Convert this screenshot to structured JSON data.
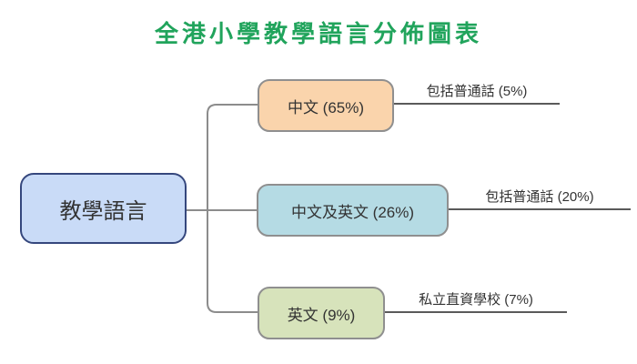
{
  "title": {
    "text": "全港小學教學語言分佈圖表",
    "color": "#21a45c"
  },
  "root": {
    "label": "教學語言",
    "fill": "#c9dbf7",
    "border": "#35477d"
  },
  "branches": [
    {
      "label": "中文 (65%)",
      "fill": "#fad4ac",
      "border": "#8f8f8f",
      "annotation": "包括普通話 (5%)"
    },
    {
      "label": "中文及英文 (26%)",
      "fill": "#b5dbe4",
      "border": "#8f8f8f",
      "annotation": "包括普通話 (20%)"
    },
    {
      "label": "英文 (9%)",
      "fill": "#d7e3bb",
      "border": "#8f8f8f",
      "annotation": "私立直資學校 (7%)"
    }
  ],
  "connector_color": "#8c8c8c",
  "annotation_line_color": "#5a5a5a"
}
